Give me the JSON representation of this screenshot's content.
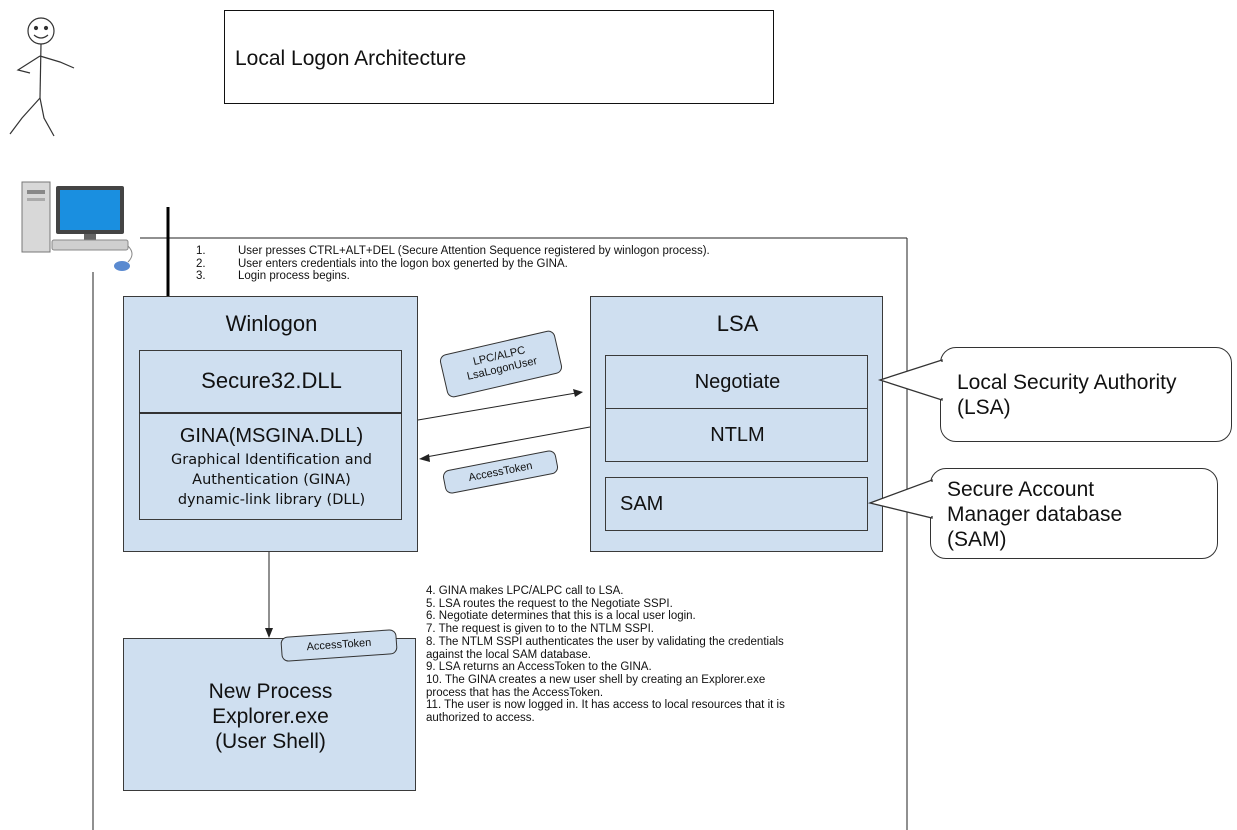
{
  "title": "Local Logon Architecture",
  "steps_top": [
    {
      "n": "1.",
      "text": "User presses CTRL+ALT+DEL (Secure Attention Sequence registered by winlogon process)."
    },
    {
      "n": "2.",
      "text": "User enters credentials into the logon box generted by the GINA."
    },
    {
      "n": "3.",
      "text": "Login process begins."
    }
  ],
  "winlogon": {
    "title": "Winlogon",
    "secure32": "Secure32.DLL",
    "gina_title": "GINA(MSGINA.DLL)",
    "gina_desc": [
      "Graphical Identification and",
      "Authentication (GINA)",
      "dynamic-link library (DLL)"
    ]
  },
  "lsa": {
    "title": "LSA",
    "negotiate": "Negotiate",
    "ntlm": "NTLM",
    "sam": "SAM"
  },
  "tags": {
    "lpc_line1": "LPC/ALPC",
    "lpc_line2": "LsaLogonUser",
    "access_token_1": "AccessToken",
    "access_token_2": "AccessToken"
  },
  "callouts": {
    "lsa": [
      "Local  Security Authority",
      "(LSA)"
    ],
    "sam": [
      "Secure Account",
      "Manager database",
      "(SAM)"
    ]
  },
  "new_process": [
    "New Process",
    "Explorer.exe",
    "(User Shell)"
  ],
  "steps_bottom": [
    "4. GINA makes LPC/ALPC call to LSA.",
    "5. LSA routes the request to the Negotiate SSPI.",
    "6. Negotiate determines that this is a local user login.",
    "7. The request is given to to the NTLM SSPI.",
    "8. The NTLM SSPI authenticates the user by validating the credentials",
    "against the local SAM database.",
    "9. LSA returns an AccessToken to the GINA.",
    "10. The GINA creates a new user shell by creating an Explorer.exe",
    "process that has the AccessToken.",
    "11. The user is now logged in. It has access to local resources that it is",
    "authorized to access."
  ],
  "colors": {
    "box_fill": "#cfdff0",
    "line": "#222222",
    "monitor": "#1a8fe0"
  }
}
